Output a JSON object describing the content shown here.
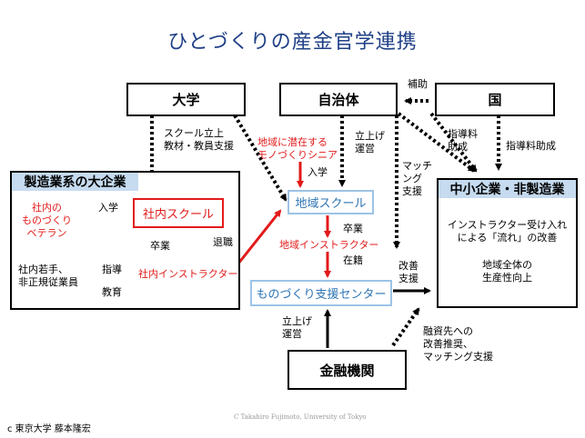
{
  "title": "ひとづくりの産金官学連携",
  "nodes": {
    "university": "大学",
    "municipality": "自治体",
    "country": "国",
    "large_firm": "製造業系の大企業",
    "sme": "中小企業・非製造業",
    "finance": "金融機関",
    "inhouse_school": "社内スクール",
    "inhouse_instructor": "社内インストラクター",
    "regional_school": "地域スクール",
    "regional_instructor": "地域インストラクター",
    "support_center": "ものづくり支援センター"
  },
  "labels": {
    "school_support": "スクール立上\n教材・教員支援",
    "latent_senior": "地域に潜在する\nモノづくりシニア",
    "launch_ops1": "立上げ\n運営",
    "matching_support": "マッチ\nング\n支援",
    "subsidy": "補助",
    "instructor_fee": "指導料\n助成",
    "instructor_fee_grant": "指導料助成",
    "veteran": "社内の\nものづくり\nベテラン",
    "enter1": "入学",
    "enter2": "入学",
    "graduate1": "卒業",
    "graduate2": "卒業",
    "retire": "退職",
    "enrolled": "在籍",
    "guidance": "指導",
    "education": "教育",
    "young_workers": "社内若手、\n非正規従業員",
    "improve_support": "改善\n支援",
    "launch_ops2": "立上げ\n運営",
    "loan_support": "融資先への\n改善推奨、\nマッチング支援",
    "sme_text1": "インストラクター受け入れ\nによる「流れ」の改善",
    "sme_text2": "地域全体の\n生産性向上"
  },
  "copyright": "C Takahiro Fujimoto, University of Tokyo",
  "footer": "c 東京大学 藤本隆宏"
}
